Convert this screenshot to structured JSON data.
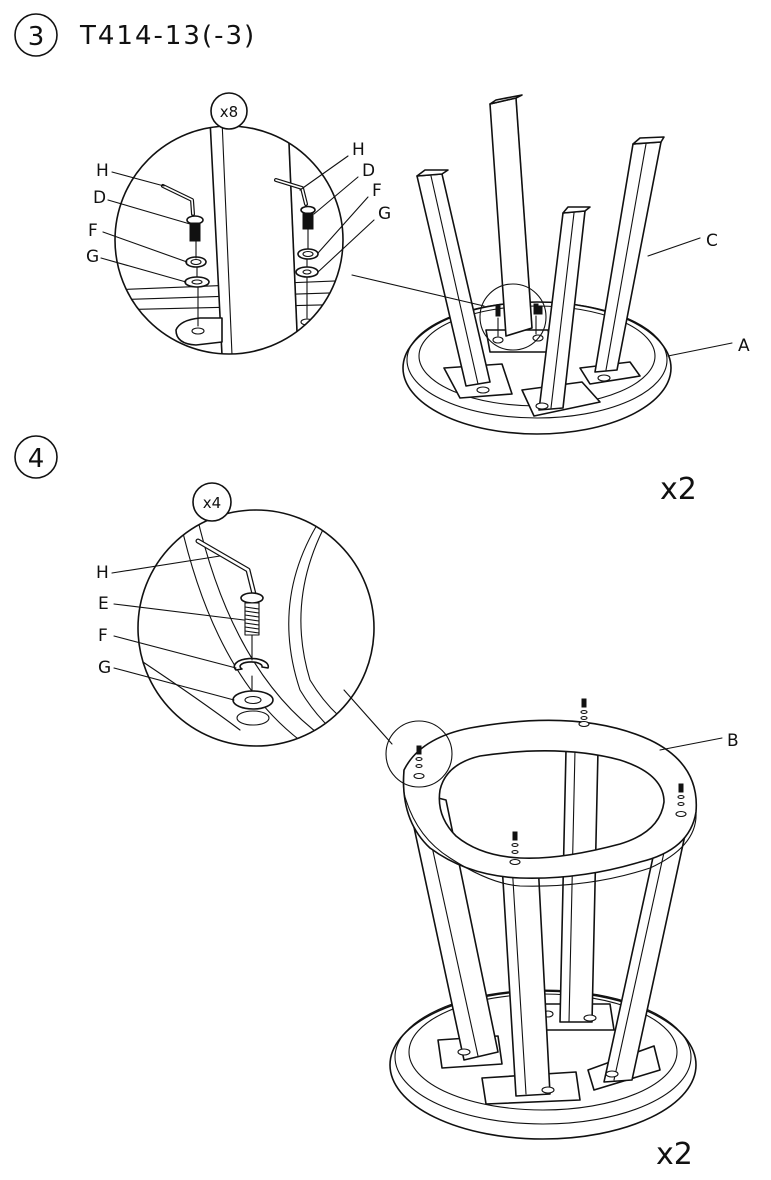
{
  "header": {
    "step_3_number": "3",
    "model_code": "T414-13(-3)"
  },
  "step3": {
    "zoom_quantity": "x8",
    "zoom_labels": {
      "h_left": "H",
      "d_left": "D",
      "f_left": "F",
      "g_left": "G",
      "h_right": "H",
      "d_right": "D",
      "f_right": "F",
      "g_right": "G"
    },
    "part_labels": {
      "leg": "C",
      "base_plate": "A"
    },
    "set_quantity": "x2"
  },
  "step4": {
    "step_number": "4",
    "zoom_quantity": "x4",
    "zoom_labels": {
      "allen_key": "H",
      "bolt": "E",
      "spring_washer": "F",
      "flat_washer": "G"
    },
    "part_labels": {
      "seat_ring": "B"
    },
    "set_quantity": "x2"
  }
}
